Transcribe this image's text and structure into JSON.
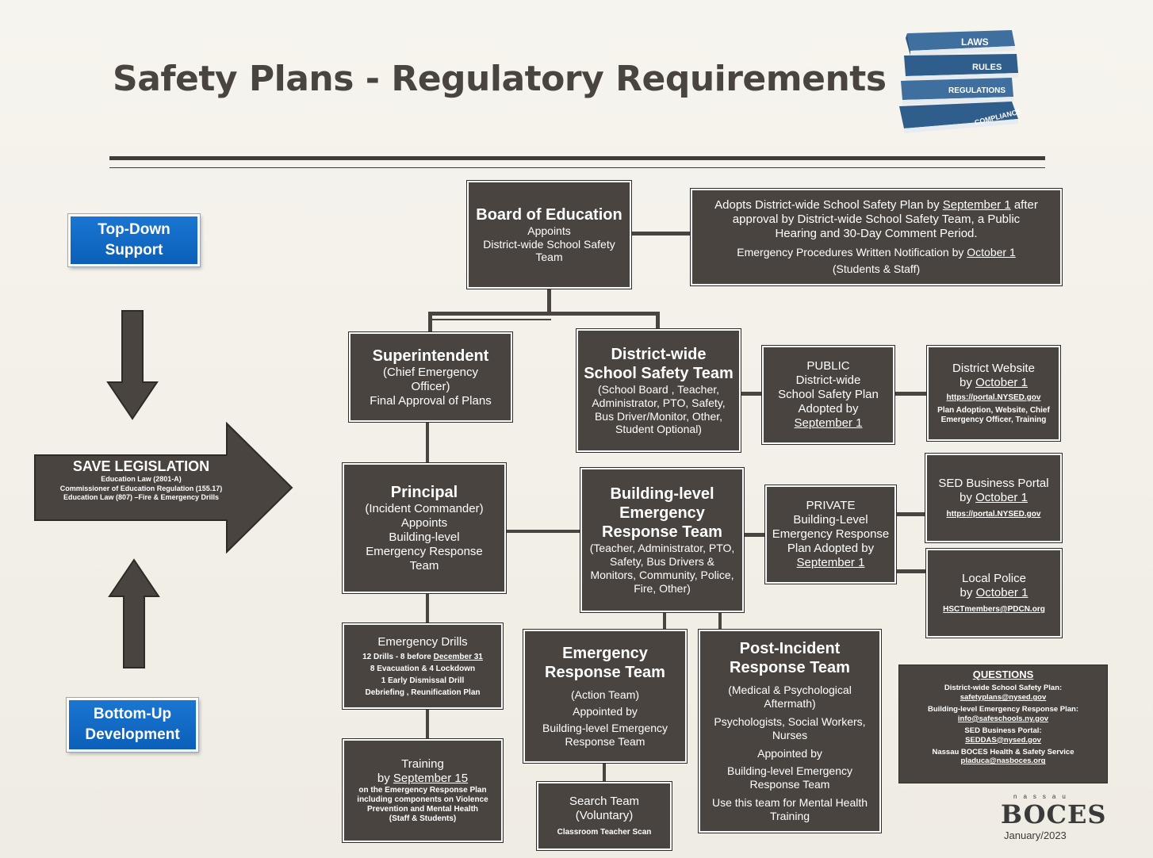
{
  "title": "Safety Plans - Regulatory Requirements",
  "books": [
    "LAWS",
    "RULES",
    "REGULATIONS",
    "COMPLIANCE"
  ],
  "top_down": [
    "Top-Down",
    "Support"
  ],
  "bottom_up": [
    "Bottom-Up",
    "Development"
  ],
  "save_legislation": {
    "title": "SAVE LEGISLATION",
    "lines": [
      "Education Law (2801-A)",
      "Commissioner of Education Regulation (155.17)",
      "Education Law (807) –Fire & Emergency Drills"
    ]
  },
  "board": {
    "title": "Board of Education",
    "lines": [
      "Appoints",
      "District-wide School Safety",
      "Team"
    ]
  },
  "adopts": {
    "l1_pre": "Adopts District-wide School Safety Plan by ",
    "l1_date": "September 1",
    "l1_post": " after",
    "l2": "approval by District-wide School Safety Team, a Public",
    "l3": "Hearing and 30-Day Comment Period.",
    "l4_pre": "Emergency Procedures Written Notification by ",
    "l4_date": "October 1",
    "l5": "(Students & Staff)"
  },
  "superintendent": {
    "title": "Superintendent",
    "lines": [
      "(Chief Emergency",
      "Officer)",
      "Final Approval of Plans"
    ]
  },
  "district_team": {
    "title1": "District-wide",
    "title2": "School Safety Team",
    "lines": [
      "(School Board , Teacher,",
      "Administrator, PTO, Safety,",
      "Bus Driver/Monitor, Other,",
      "Student Optional)"
    ]
  },
  "public_plan": {
    "lines": [
      "PUBLIC",
      "District-wide",
      "School Safety Plan",
      "Adopted by"
    ],
    "date": "September 1"
  },
  "district_website": {
    "l1": "District Website",
    "l2_pre": "by ",
    "l2_date": "October 1",
    "url": "https://portal.NYSED.gov",
    "note1": "Plan Adoption, Website, Chief",
    "note2": "Emergency Officer, Training"
  },
  "principal": {
    "title": "Principal",
    "lines": [
      "(Incident Commander)",
      "Appoints",
      "Building-level",
      "Emergency Response",
      "Team"
    ]
  },
  "building_team": {
    "title": [
      "Building-level",
      "Emergency",
      "Response Team"
    ],
    "lines": [
      "(Teacher, Administrator, PTO,",
      "Safety, Bus Drivers &",
      "Monitors, Community, Police,",
      "Fire, Other)"
    ]
  },
  "private_plan": {
    "lines": [
      "PRIVATE",
      "Building-Level",
      "Emergency Response",
      "Plan Adopted by"
    ],
    "date": "September 1"
  },
  "sed_portal": {
    "l1": "SED Business Portal",
    "l2_pre": "by ",
    "l2_date": "October 1",
    "url": "https://portal.NYSED.gov"
  },
  "local_police": {
    "l1": "Local Police",
    "l2_pre": "by ",
    "l2_date": "October 1",
    "email": "HSCTmembers@PDCN.org"
  },
  "drills": {
    "title": "Emergency Drills",
    "l1_pre": "12 Drills - 8 before ",
    "l1_date": "December 31",
    "l2": "8 Evacuation & 4 Lockdown",
    "l3": "1 Early Dismissal Drill",
    "l4": "Debriefing , Reunification Plan"
  },
  "training": {
    "title": "Training",
    "l1_pre": "by ",
    "l1_date": "September 15",
    "lines": [
      "on the Emergency Response Plan",
      "including components on Violence",
      "Prevention and Mental Health",
      "(Staff & Students)"
    ]
  },
  "ert": {
    "title": [
      "Emergency",
      "Response Team"
    ],
    "lines": [
      "(Action Team)",
      "Appointed by",
      "Building-level Emergency",
      "Response Team"
    ]
  },
  "search_team": {
    "lines": [
      "Search Team",
      "(Voluntary)"
    ],
    "note": "Classroom Teacher Scan"
  },
  "post_incident": {
    "title": [
      "Post-Incident",
      "Response Team"
    ],
    "lines": [
      "(Medical & Psychological",
      "Aftermath)",
      "Psychologists, Social Workers,",
      "Nurses",
      "Appointed by",
      "Building-level Emergency",
      "Response Team",
      "Use this team for Mental Health",
      "Training"
    ]
  },
  "questions": {
    "title": "QUESTIONS",
    "items": [
      {
        "label": "District-wide School Safety Plan:",
        "email": "safetyplans@nysed.gov"
      },
      {
        "label": "Building-level Emergency Response Plan:",
        "email": "info@safeschools.ny.gov"
      },
      {
        "label": "SED Business Portal:",
        "email": "SEDDAS@nysed.gov"
      },
      {
        "label": "Nassau BOCES Health & Safety Service",
        "email": "pladuca@nasboces.org"
      }
    ]
  },
  "logo": {
    "nassau": "nassau",
    "boces": "BOCES"
  },
  "date": "January/2023",
  "colors": {
    "box": "#4a4440",
    "blue": "#0b5fb8",
    "background": "#f2f0e8"
  }
}
